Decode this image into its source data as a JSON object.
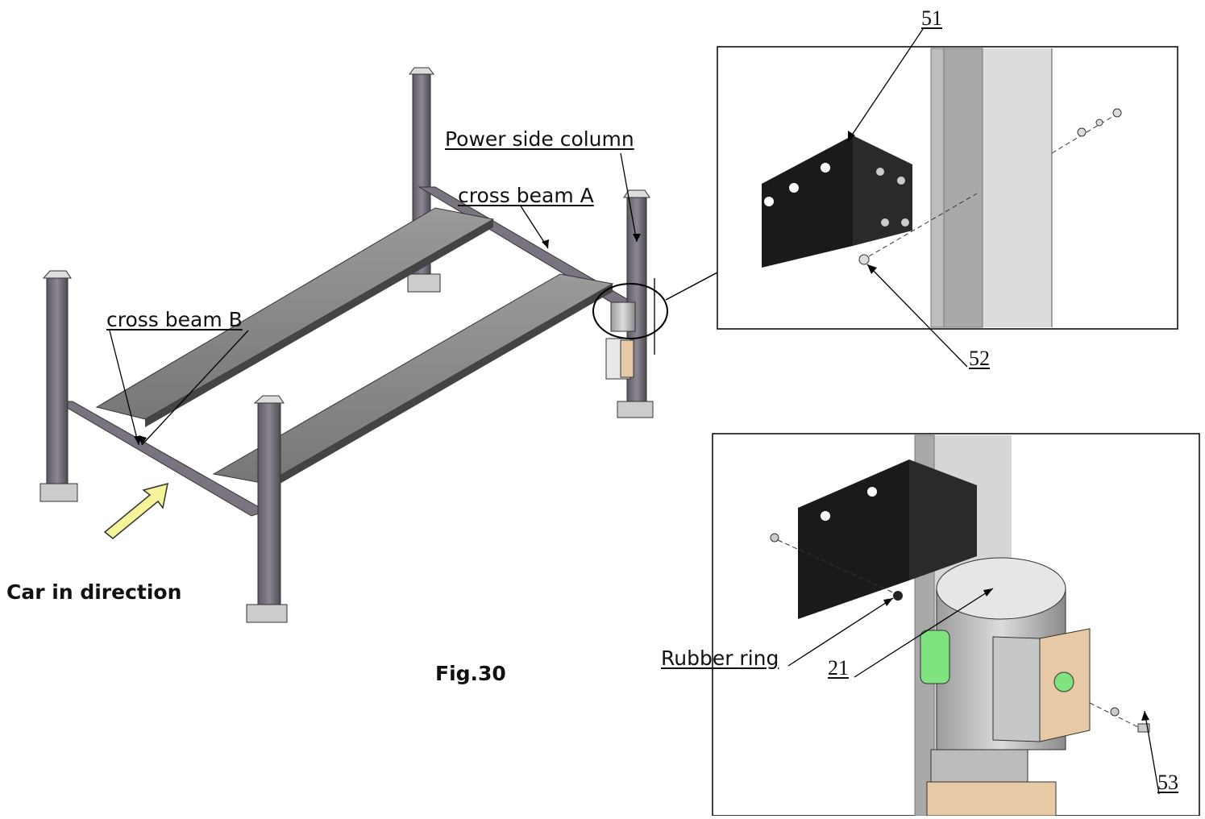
{
  "figure": {
    "caption": "Fig.30",
    "direction_label": "Car in direction",
    "labels": {
      "power_side_column": "Power side column",
      "cross_beam_a": "cross beam A",
      "cross_beam_b": "cross beam B",
      "rubber_ring": "Rubber ring"
    },
    "part_numbers": {
      "p51": "51",
      "p52": "52",
      "p21": "21",
      "p53": "53"
    }
  },
  "colors": {
    "steel": "#6e6874",
    "runway": "#8a8a8a",
    "bracket": "#1a1a1a",
    "column_light": "#cfcfcf",
    "arrow_fill": "#f7f39a",
    "motor_green": "#7fe37f",
    "box_tan": "#e8c9a5"
  }
}
